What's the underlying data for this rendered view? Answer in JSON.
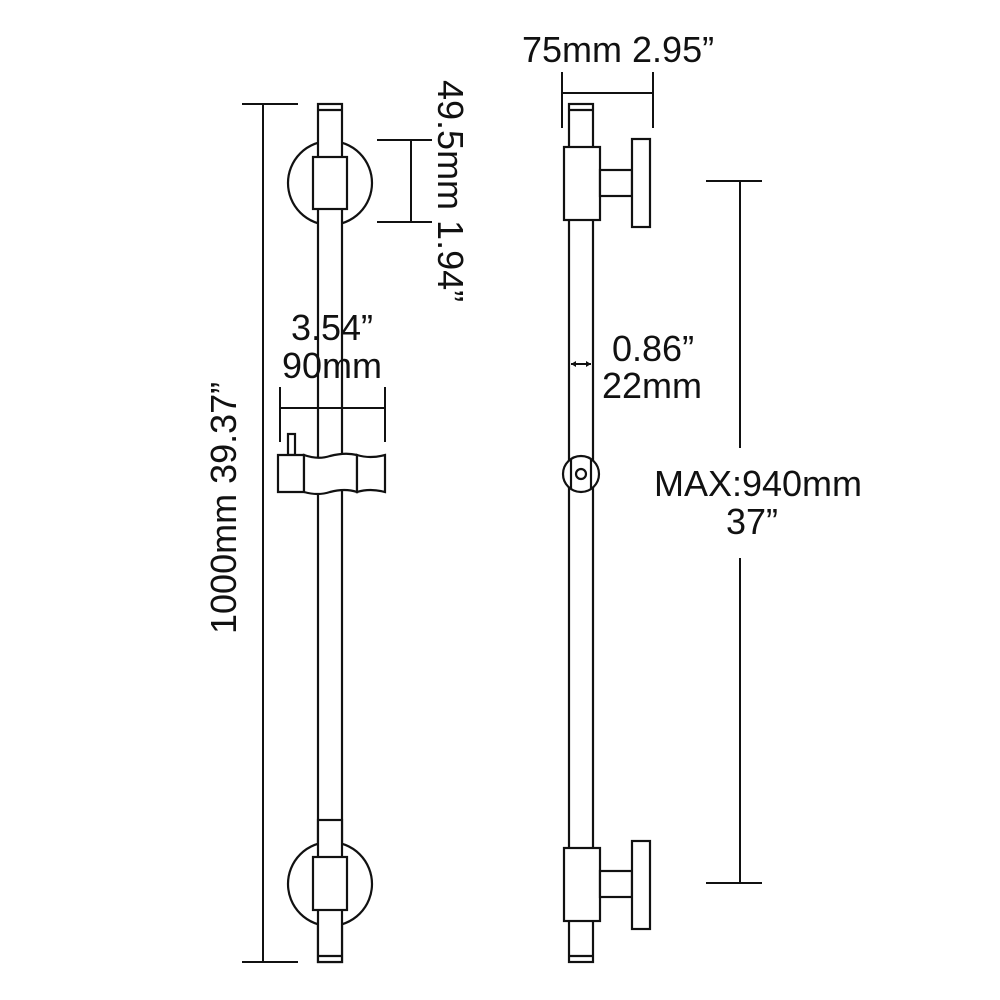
{
  "diagram": {
    "title": "Shower slide bar dimension drawing",
    "colors": {
      "line": "#111111",
      "background": "#ffffff"
    },
    "front_view": {
      "overall_length": {
        "mm": "1000mm",
        "inch": "39.37”",
        "label": "1000mm 39.37”"
      },
      "bracket_height": {
        "mm": "49.5mm",
        "inch": "1.94”",
        "label": "49.5mm 1.94”"
      },
      "slider_width": {
        "inch": "3.54”",
        "mm": "90mm"
      }
    },
    "side_view": {
      "projection": {
        "label": "75mm 2.95”"
      },
      "tube_diameter": {
        "inch": "0.86”",
        "mm": "22mm"
      },
      "max_bracket_spacing": {
        "mm": "MAX:940mm",
        "inch": "37”"
      }
    }
  }
}
